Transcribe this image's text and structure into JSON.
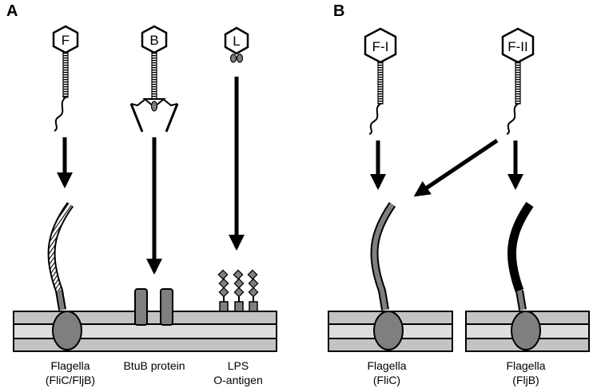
{
  "panels": {
    "a": "A",
    "b": "B"
  },
  "phages": {
    "f": "F",
    "b": "B",
    "l": "L",
    "f1": "F-I",
    "f2": "F-II"
  },
  "labels": {
    "flagella_a_1": "Flagella",
    "flagella_a_2": "(FliC/FljB)",
    "btub": "BtuB protein",
    "lps_1": "LPS",
    "lps_2": "O-antigen",
    "flagella_c_1": "Flagella",
    "flagella_c_2": "(FliC)",
    "flagella_b_1": "Flagella",
    "flagella_b_2": "(FljB)"
  },
  "colors": {
    "membrane": "#c3c3c3",
    "membrane_middle": "#dedede",
    "protein": "#7f7f7f",
    "flagella_fljb": "#000000"
  }
}
